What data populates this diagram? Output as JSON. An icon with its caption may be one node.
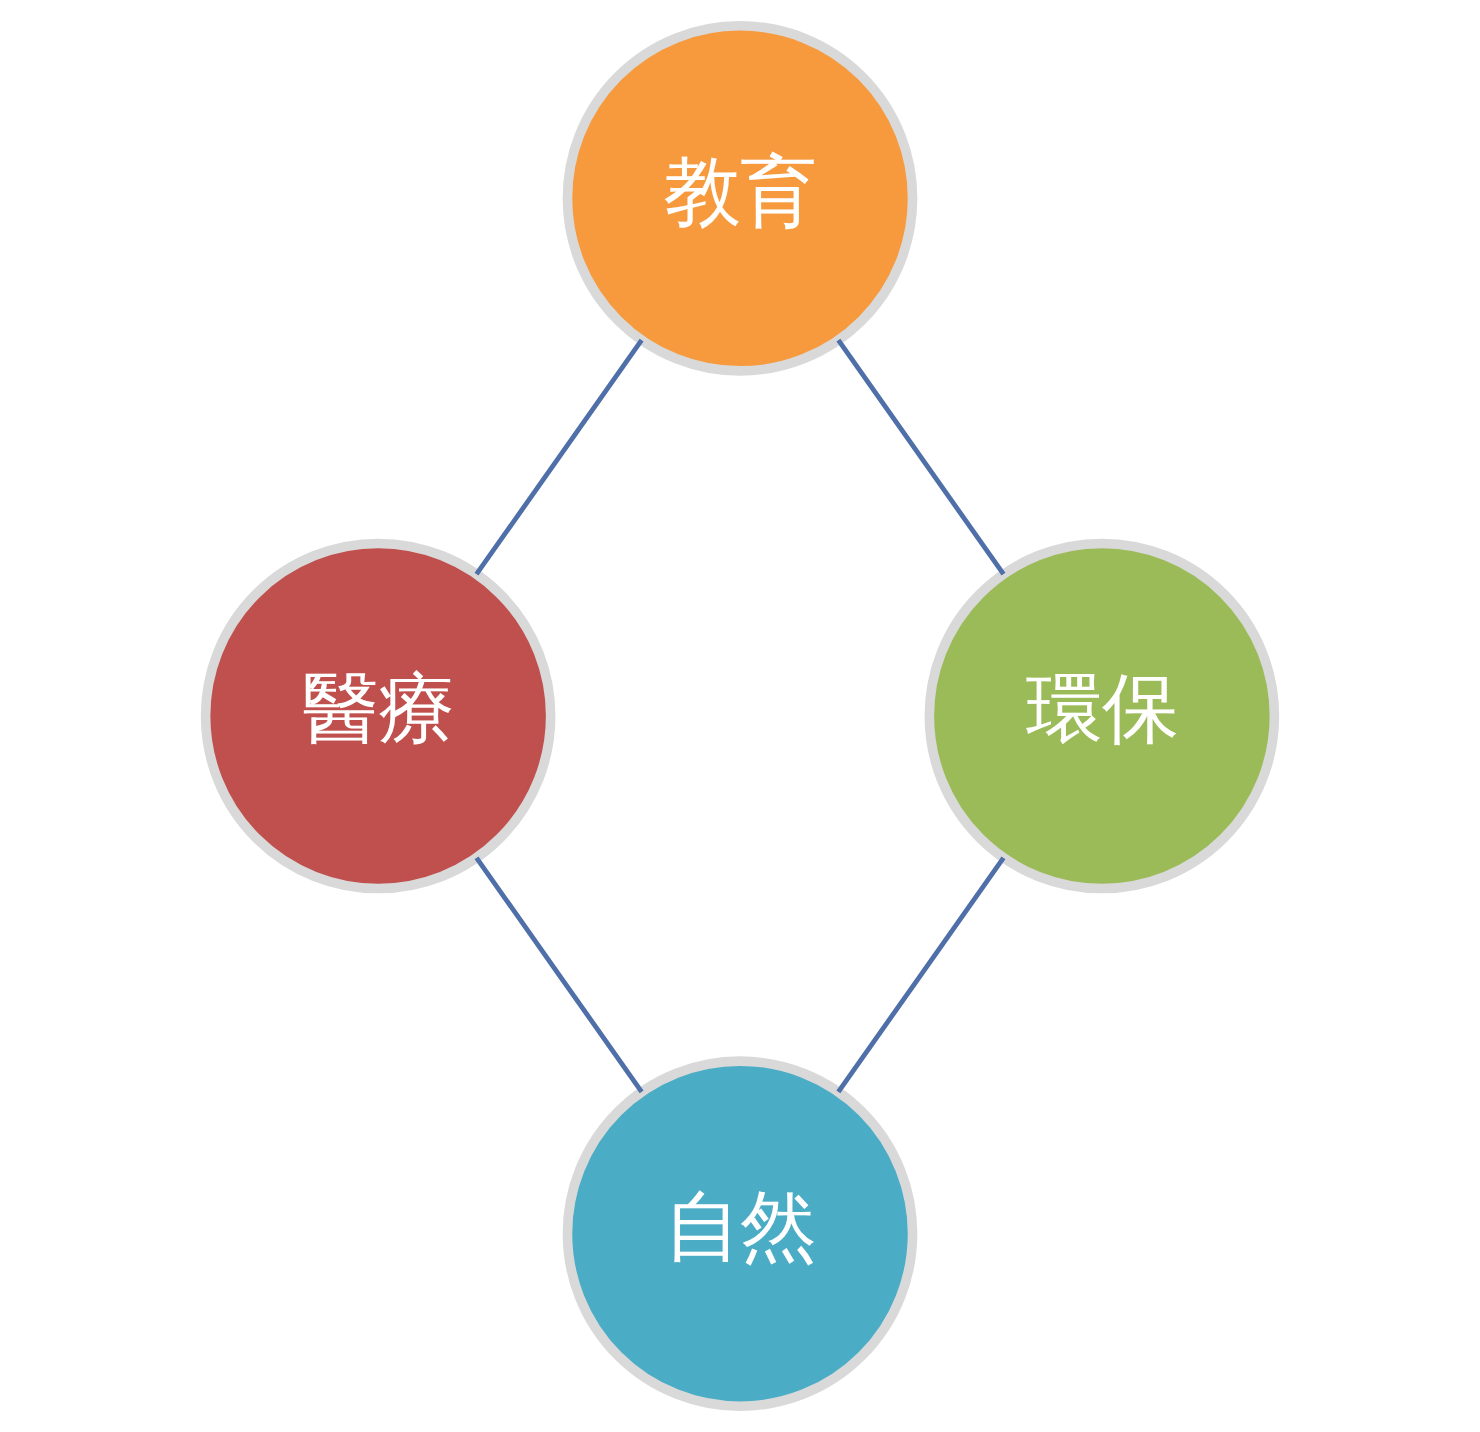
{
  "diagram": {
    "nodes": [
      {
        "text": [
          "教育"
        ]
      },
      {
        "text": [
          "醫療"
        ]
      },
      {
        "text": [
          "環保"
        ]
      },
      {
        "text": [
          "自然"
        ]
      }
    ],
    "edges": [
      {
        "from": 0,
        "to": 1,
        "arrow": "none"
      },
      {
        "from": 0,
        "to": 2,
        "arrow": "none"
      },
      {
        "from": 1,
        "to": 3,
        "arrow": "none"
      },
      {
        "from": 2,
        "to": 3,
        "arrow": "none"
      }
    ]
  }
}
